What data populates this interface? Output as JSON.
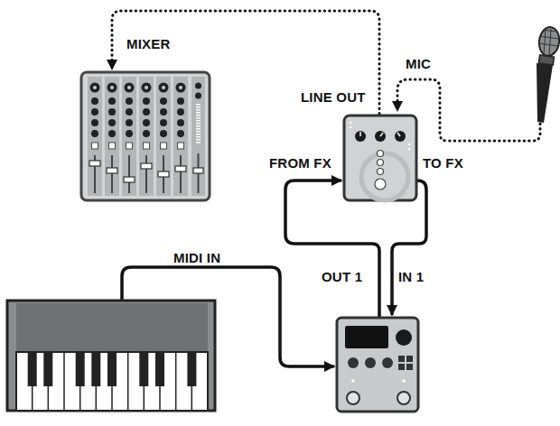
{
  "diagram": {
    "labels": [
      "MIXER",
      "MIC",
      "LINE OUT",
      "FROM FX",
      "TO FX",
      "MIDI IN",
      "OUT 1",
      "IN 1"
    ]
  }
}
